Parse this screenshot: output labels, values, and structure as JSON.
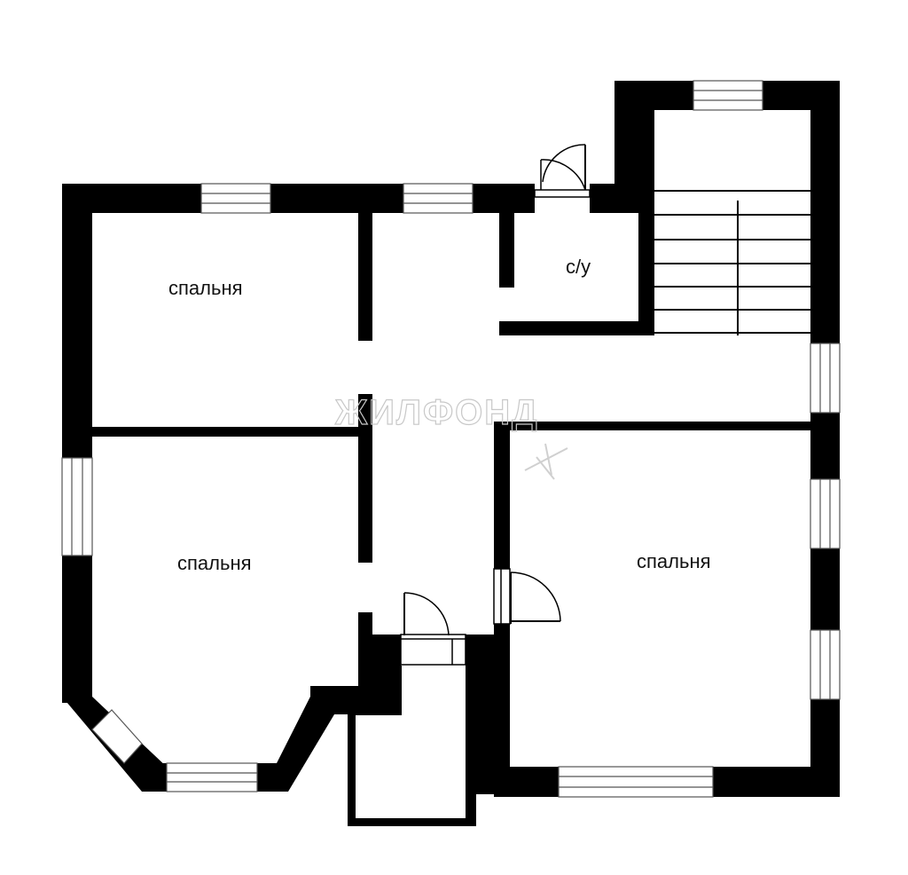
{
  "rooms": {
    "bedroom_top_left": "спальня",
    "bedroom_bottom_left": "спальня",
    "bedroom_right": "спальня",
    "bathroom": "с/у"
  },
  "watermark": "ЖИЛФОНД",
  "colors": {
    "wall": "#000000",
    "floor": "#ffffff",
    "window_line": "#555555"
  }
}
